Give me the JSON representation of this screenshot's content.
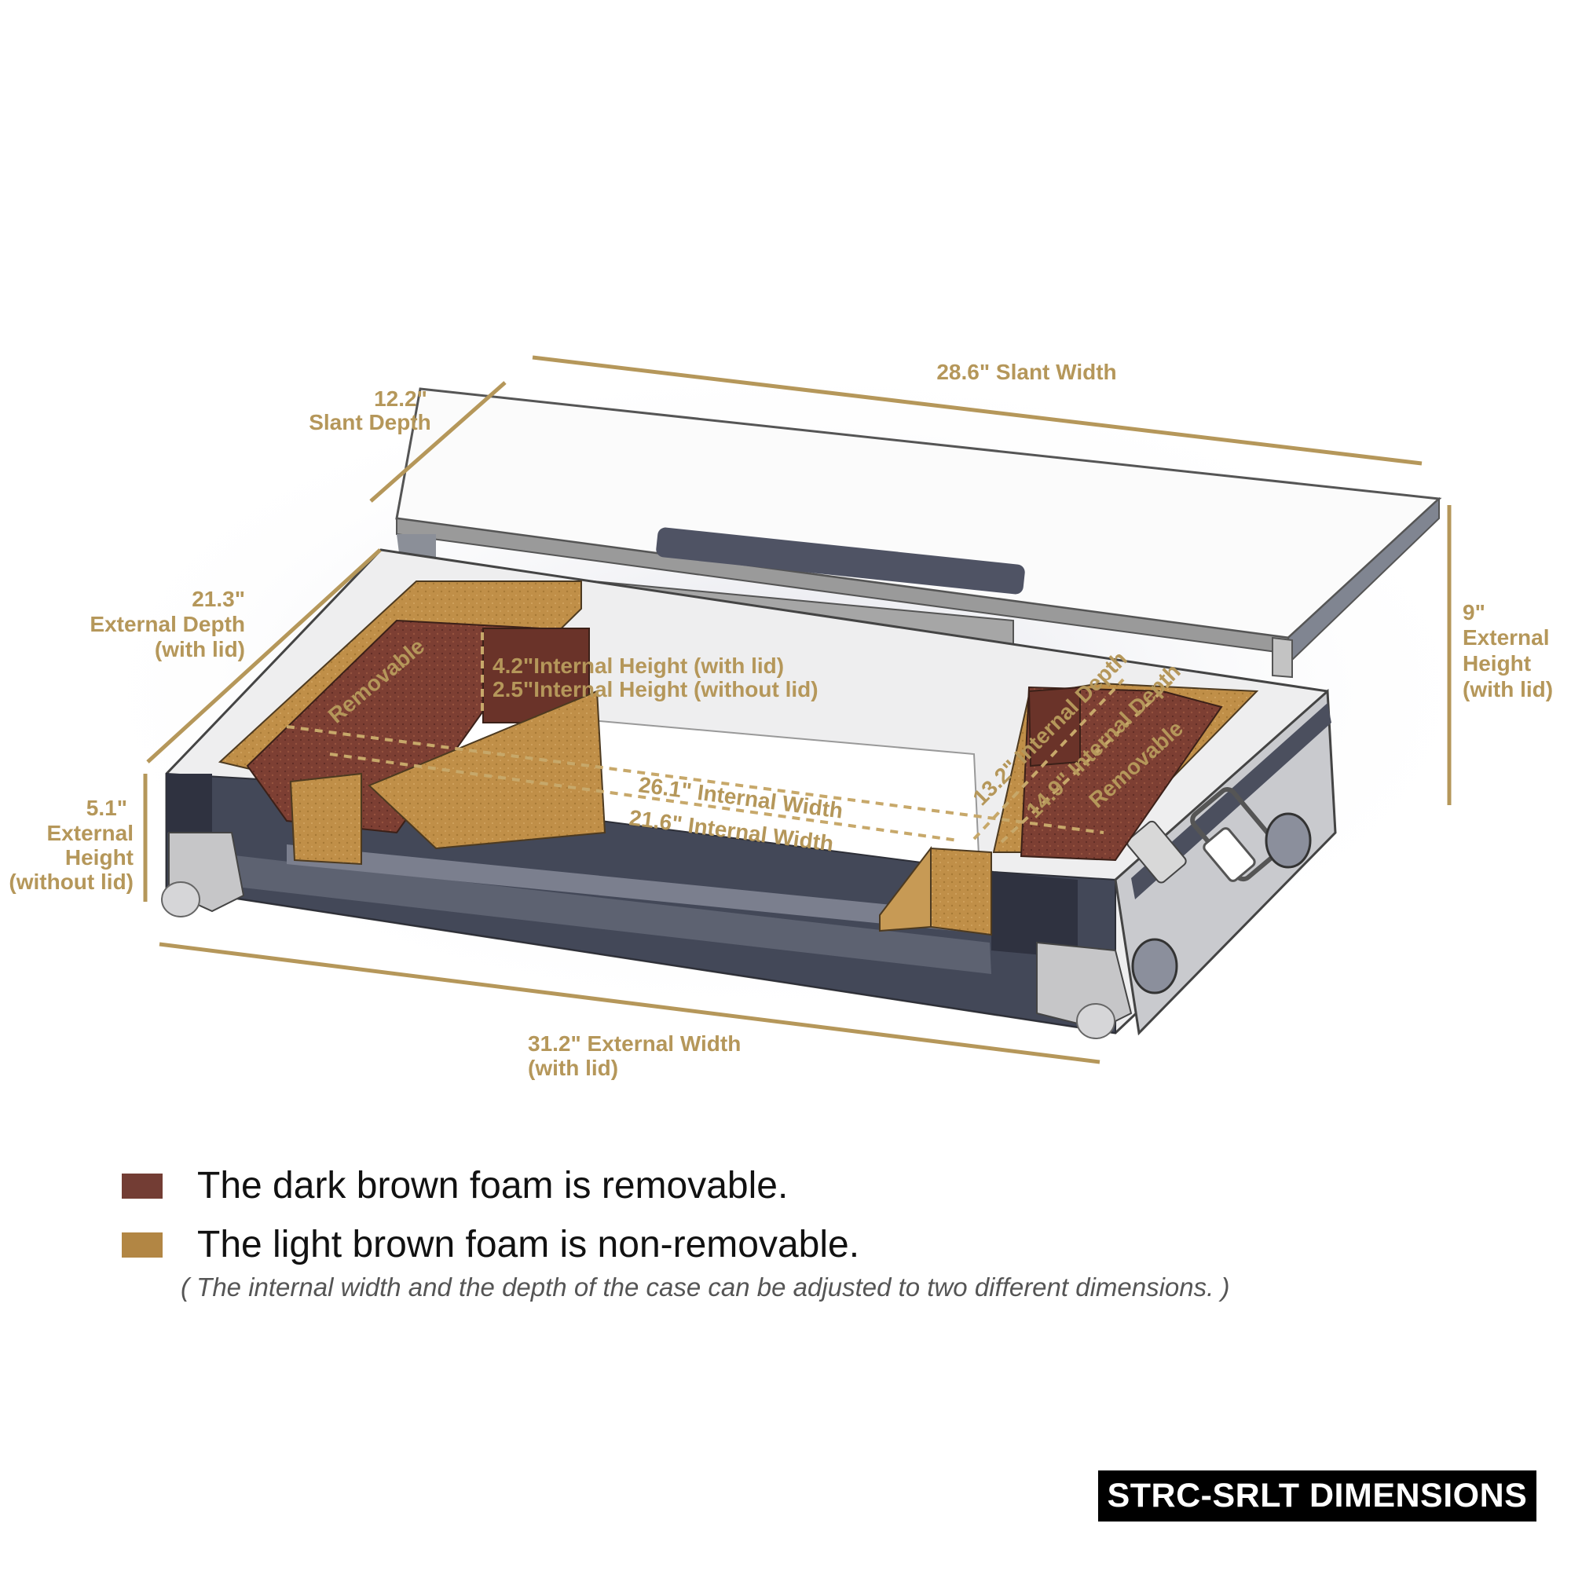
{
  "dimensions": {
    "slant_width": "28.6\" Slant Width",
    "slant_depth_value": "12.2\"",
    "slant_depth_label": "Slant Depth",
    "external_depth_value": "21.3\"",
    "external_depth_label": "External Depth",
    "external_depth_note": "(with lid)",
    "external_height_with_lid": [
      "9\"",
      "External",
      "Height",
      "(with lid)"
    ],
    "external_height_without_lid": [
      "5.1\"",
      "External",
      "Height",
      "(without lid)"
    ],
    "external_width_value": "31.2\" External Width",
    "external_width_note": "(with lid)",
    "internal_height_with_lid": "4.2\"Internal Height (with lid)",
    "internal_height_without_lid": "2.5\"Internal Height (without  lid)",
    "internal_width_large": "26.1\" Internal Width",
    "internal_width_small": "21.6\" Internal Width",
    "internal_depth_small": "13.2\" Internal Depth",
    "internal_depth_large": "14.9\" Internal Depth",
    "removable_left": "Removable",
    "removable_right": "Removable"
  },
  "legend": [
    {
      "label": "The dark brown foam is removable.",
      "color": "#733d34"
    },
    {
      "label": "The light brown foam is non-removable.",
      "color": "#b28644"
    }
  ],
  "note": "( The internal width and the depth of the case can be adjusted to two different dimensions. )",
  "badge": "STRC-SRLT DIMENSIONS",
  "colors": {
    "dimension_text": "#b5975a",
    "dark_foam": "#733d34",
    "light_foam": "#b28644",
    "frame": "#464a58"
  }
}
